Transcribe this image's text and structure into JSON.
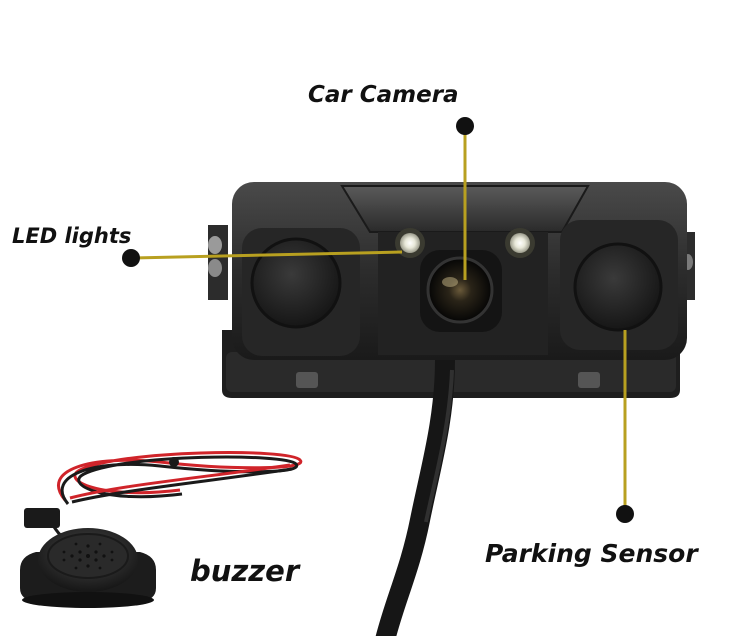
{
  "labels": {
    "camera": "Car Camera",
    "led": "LED lights",
    "sensor": "Parking Sensor",
    "buzzer": "buzzer"
  },
  "colors": {
    "background": "#ffffff",
    "camera_body": "#2a2a2a",
    "leader_line": "#b8a020",
    "label_text": "#111111",
    "wire_red": "#d0242a",
    "wire_black": "#1a1a1a"
  }
}
